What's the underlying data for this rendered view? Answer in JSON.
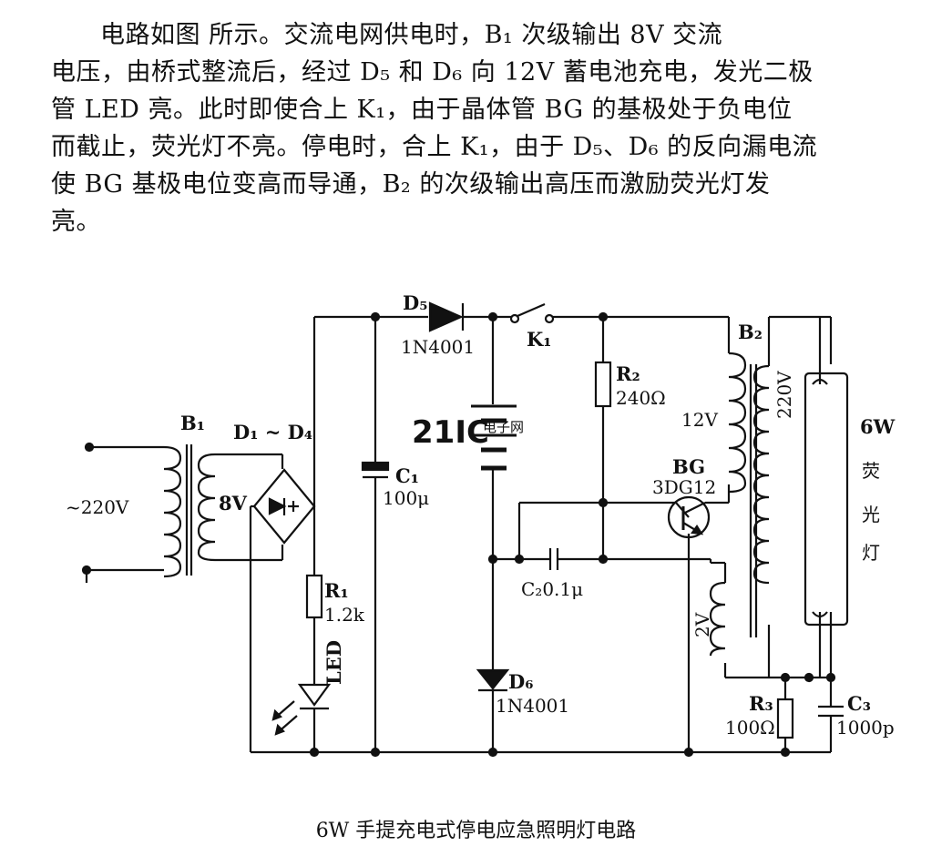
{
  "description_lines": [
    "电路如图        所示。交流电网供电时，B₁ 次级输出 8V 交流",
    "电压，由桥式整流后，经过 D₅ 和 D₆ 向 12V 蓄电池充电，发光二极",
    "管 LED 亮。此时即使合上 K₁，由于晶体管 BG 的基极处于负电位",
    "而截止，荧光灯不亮。停电时，合上 K₁，由于 D₅、D₆ 的反向漏电流",
    "使 BG 基极电位变高而导通，B₂ 的次级输出高压而激励荧光灯发",
    "亮。"
  ],
  "caption": "6W 手提充电式停电应急照明灯电路",
  "watermark": {
    "logo": "21IC",
    "suffix": "电子网"
  },
  "labels": {
    "ac_input": "~220V",
    "b1": "B₁",
    "b1_secondary": "8V",
    "bridge": "D₁ ~ D₄",
    "d5": "D₅",
    "d5_part": "1N4001",
    "k1": "K₁",
    "r2": "R₂",
    "r2_value": "240Ω",
    "b2": "B₂",
    "b2_primary": "12V",
    "b2_secondary": "220V",
    "lamp_rating": "6W",
    "lamp_name_1": "荧",
    "lamp_name_2": "光",
    "lamp_name_3": "灯",
    "c1": "C₁",
    "c1_value": "100μ",
    "bg": "BG",
    "bg_part": "3DG12",
    "c2": "C₂0.1μ",
    "r1": "R₁",
    "r1_value": "1.2k",
    "led": "LED",
    "d6": "D₆",
    "d6_part": "1N4001",
    "feedback_winding": "2V",
    "r3": "R₃",
    "r3_value": "100Ω",
    "c3": "C₃",
    "c3_value": "1000p"
  },
  "colors": {
    "ink": "#111111",
    "watermark_red": "#e8a0a0",
    "watermark_gray": "#c9c9c9"
  }
}
